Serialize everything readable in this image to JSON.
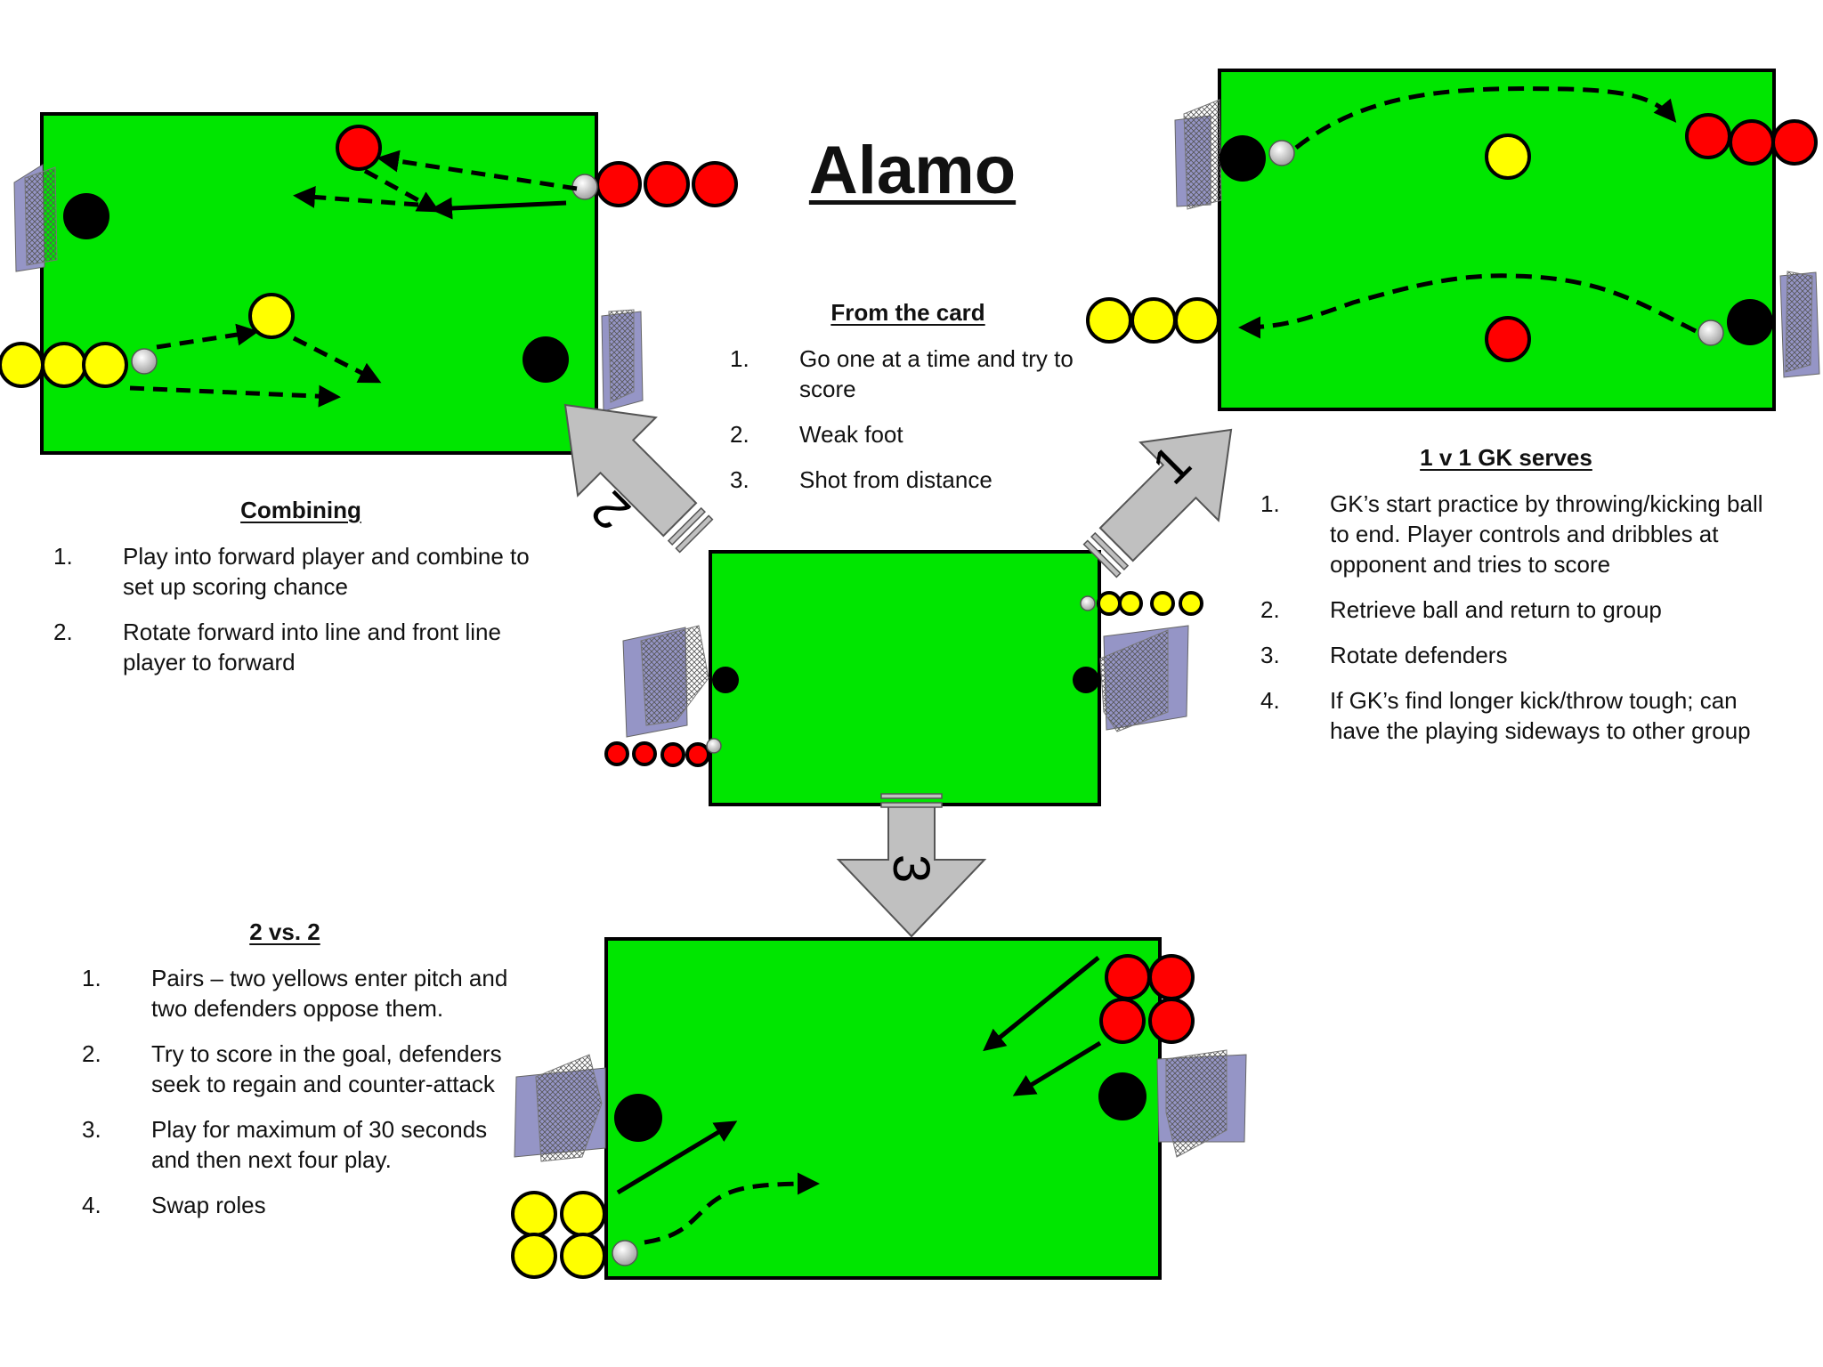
{
  "title": "Alamo",
  "center": {
    "heading": "From the card",
    "steps": [
      {
        "num": "1.",
        "text": "Go one at a time and try to score"
      },
      {
        "num": "2.",
        "text": "Weak foot"
      },
      {
        "num": "3.",
        "text": "Shot from distance"
      }
    ]
  },
  "combining": {
    "heading": "Combining",
    "steps": [
      {
        "num": "1.",
        "text": "Play into forward player and combine to set up scoring chance"
      },
      {
        "num": "2.",
        "text": "Rotate forward into line and front line player to forward"
      }
    ]
  },
  "gk_serves": {
    "heading": "1 v 1 GK serves",
    "steps": [
      {
        "num": "1.",
        "text": "GK’s start practice by throwing/kicking ball to end. Player controls and dribbles at opponent and tries to score"
      },
      {
        "num": "2.",
        "text": "Retrieve ball and return to group"
      },
      {
        "num": "3.",
        "text": "Rotate defenders"
      },
      {
        "num": "4.",
        "text": "If GK’s find longer kick/throw tough; can have the playing sideways to other group"
      }
    ]
  },
  "two_vs_two": {
    "heading": "2 vs. 2",
    "steps": [
      {
        "num": "1.",
        "text": "Pairs – two yellows enter pitch and two defenders oppose them."
      },
      {
        "num": "2.",
        "text": "Try to score in the goal, defenders seek to regain and counter-attack"
      },
      {
        "num": "3.",
        "text": "Play for maximum of 30 seconds and then next four play."
      },
      {
        "num": "4.",
        "text": "Swap roles"
      }
    ]
  },
  "arrows": {
    "one": "1",
    "two": "2",
    "three": "3"
  },
  "colors": {
    "pitch": "#00e600",
    "red_player": "#ff0000",
    "yellow_player": "#ffff00",
    "goalkeeper": "#000000",
    "arrow": "#c0c0c0",
    "net": "#8c8cc0"
  }
}
